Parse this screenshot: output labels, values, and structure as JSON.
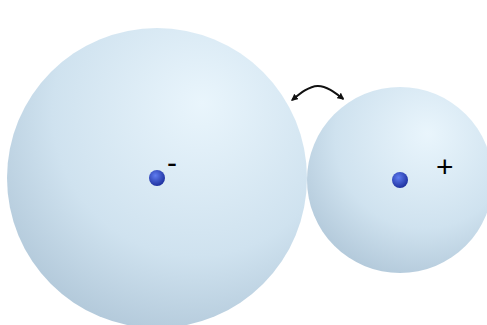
{
  "diagram": {
    "nodes": [
      {
        "text": [
          "-"
        ]
      },
      {
        "text": [
          "+"
        ]
      }
    ],
    "edges": [
      {
        "from": 0,
        "to": 1,
        "arrow": "both"
      }
    ]
  }
}
